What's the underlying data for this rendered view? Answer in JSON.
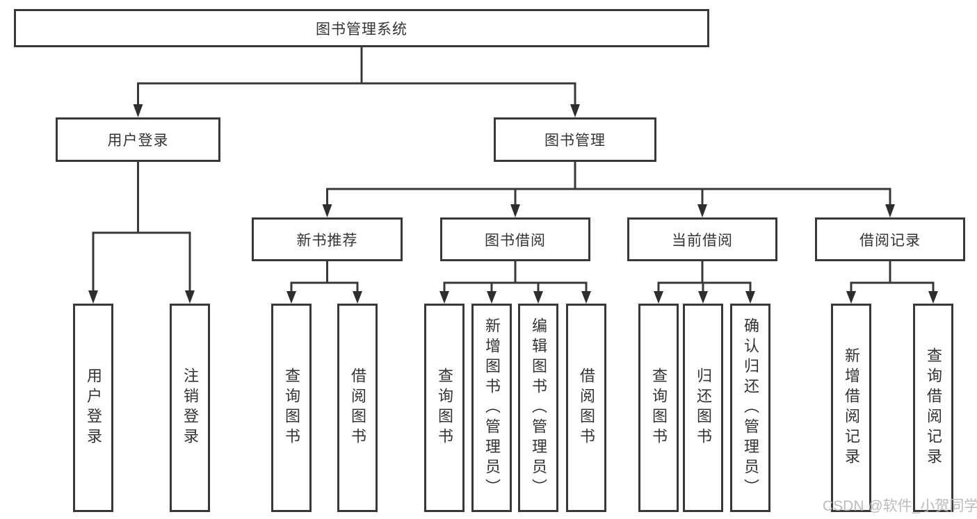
{
  "title": {
    "label": "图书管理系统"
  },
  "level2": [
    {
      "parent": "图书管理系统",
      "label": "用户登录"
    },
    {
      "parent": "图书管理系统",
      "label": "图书管理"
    }
  ],
  "level3": [
    {
      "parent": "图书管理",
      "label": "新书推荐"
    },
    {
      "parent": "图书管理",
      "label": "图书借阅"
    },
    {
      "parent": "图书管理",
      "label": "当前借阅"
    },
    {
      "parent": "图书管理",
      "label": "借阅记录"
    }
  ],
  "leaf_groups": [
    {
      "parent": "用户登录",
      "items": [
        {
          "label": "用户登录"
        },
        {
          "label": "注销登录"
        }
      ]
    },
    {
      "parent": "新书推荐",
      "items": [
        {
          "label": "查询图书"
        },
        {
          "label": "借阅图书"
        }
      ]
    },
    {
      "parent": "图书借阅",
      "items": [
        {
          "label": "查询图书"
        },
        {
          "label": "新增图书（管理员）"
        },
        {
          "label": "编辑图书（管理员）"
        },
        {
          "label": "借阅图书"
        }
      ]
    },
    {
      "parent": "当前借阅",
      "items": [
        {
          "label": "查询图书"
        },
        {
          "label": "归还图书"
        },
        {
          "label": "确认归还（管理员）"
        }
      ]
    },
    {
      "parent": "借阅记录",
      "items": [
        {
          "label": "新增借阅记录"
        },
        {
          "label": "查询借阅记录"
        }
      ]
    }
  ],
  "watermark": {
    "text": "CSDN @软件_小贺同学"
  },
  "colors": {
    "border": "#383838",
    "line": "#383838",
    "arrow": "#2e2e2e",
    "text": "#333333",
    "background": "#ffffff",
    "watermark": "#b6b6b6"
  }
}
